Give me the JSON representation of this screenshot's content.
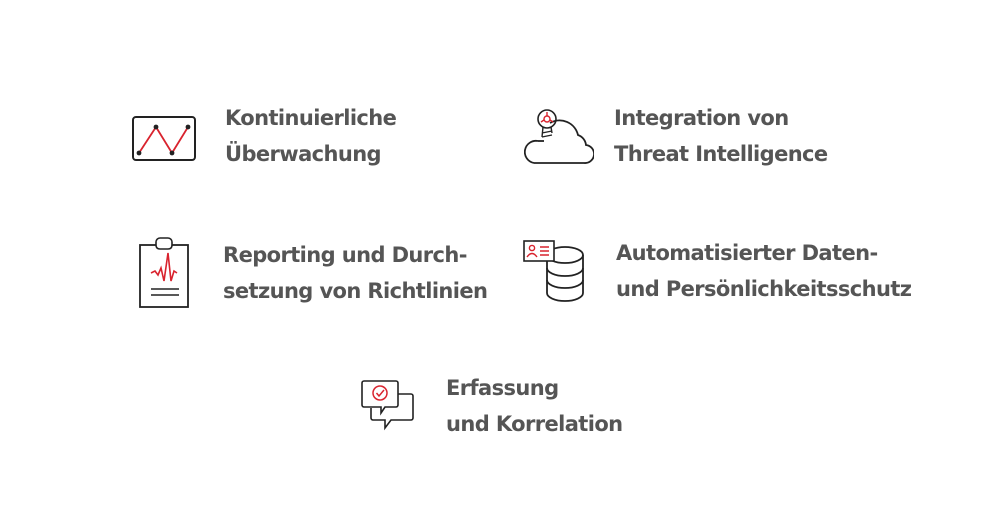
{
  "colors": {
    "text": "#555555",
    "icon_stroke": "#222222",
    "accent": "#d9232e"
  },
  "features": [
    {
      "id": "continuous-monitoring",
      "icon": "line-chart-icon",
      "lines": [
        "Kontinuierliche",
        "Überwachung"
      ]
    },
    {
      "id": "threat-intelligence",
      "icon": "cloud-lightbulb-biohazard-icon",
      "lines": [
        "Integration von",
        "Threat Intelligence"
      ]
    },
    {
      "id": "reporting",
      "icon": "clipboard-heartbeat-icon",
      "lines": [
        "Reporting und Durch-",
        "setzung von Richtlinien"
      ]
    },
    {
      "id": "data-protection",
      "icon": "database-id-card-icon",
      "lines": [
        "Automatisierter Daten-",
        "und Persönlichkeitsschutz"
      ]
    },
    {
      "id": "collection-correlation",
      "icon": "chat-bubbles-check-icon",
      "lines": [
        "Erfassung",
        "und Korrelation"
      ]
    }
  ]
}
